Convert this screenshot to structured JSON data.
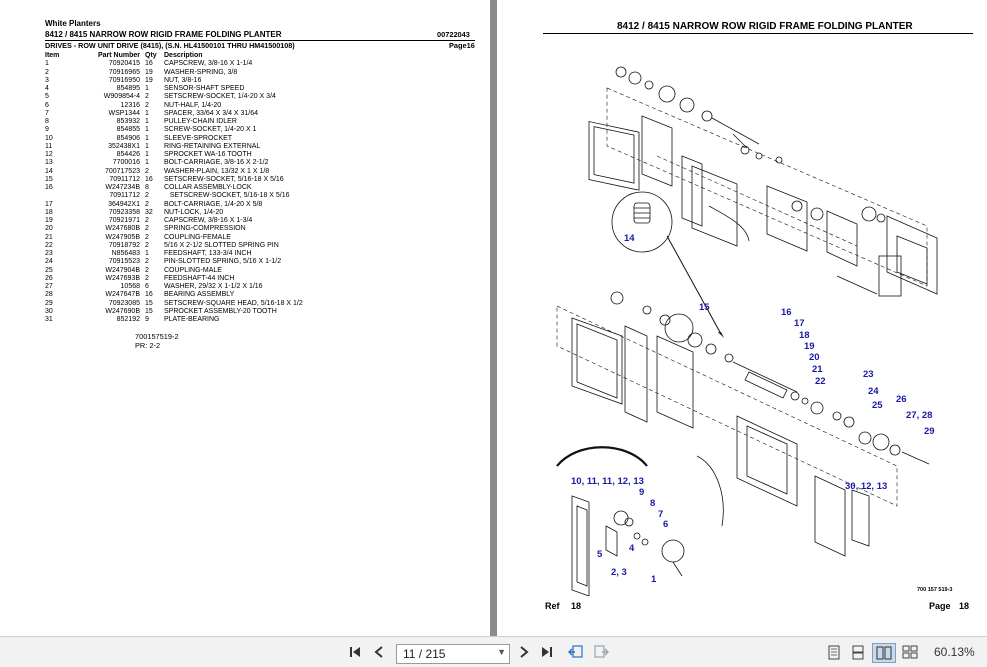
{
  "left_page": {
    "company": "White Planters",
    "title": "8412 / 8415 NARROW ROW RIGID FRAME FOLDING PLANTER",
    "doc_number": "00722043",
    "section": "DRIVES - ROW UNIT DRIVE (8415), (S.N. HL41500101 THRU HM41500108)",
    "page": "Page16",
    "columns": [
      "Item",
      "Part Number",
      "Qty",
      "Description"
    ],
    "rows": [
      [
        "1",
        "70920415",
        "16",
        "CAPSCREW, 3/8-16 X 1-1/4"
      ],
      [
        "2",
        "70916965",
        "19",
        "WASHER-SPRING, 3/8"
      ],
      [
        "3",
        "70916950",
        "19",
        "NUT, 3/8-16"
      ],
      [
        "4",
        "854895",
        "1",
        "SENSOR-SHAFT SPEED"
      ],
      [
        "5",
        "W909854-4",
        "2",
        "SETSCREW-SOCKET, 1/4-20 X 3/4"
      ],
      [
        "6",
        "12316",
        "2",
        "NUT-HALF, 1/4-20"
      ],
      [
        "7",
        "WSP1344",
        "1",
        "SPACER, 33/64 X 3/4 X 31/64"
      ],
      [
        "8",
        "853932",
        "1",
        "PULLEY-CHAIN IDLER"
      ],
      [
        "9",
        "854855",
        "1",
        "SCREW-SOCKET, 1/4-20 X 1"
      ],
      [
        "10",
        "854906",
        "1",
        "SLEEVE-SPROCKET"
      ],
      [
        "11",
        "352438X1",
        "1",
        "RING-RETAINING EXTERNAL"
      ],
      [
        "12",
        "854426",
        "1",
        "SPROCKET WA-16 TOOTH"
      ],
      [
        "13",
        "7700016",
        "1",
        "BOLT-CARRIAGE, 3/8-16 X 2-1/2"
      ],
      [
        "14",
        "700717523",
        "2",
        "WASHER-PLAIN, 13/32 X 1 X 1/8"
      ],
      [
        "15",
        "70911712",
        "16",
        "SETSCREW-SOCKET, 5/16-18 X 5/16"
      ],
      [
        "16",
        "W247234B",
        "8",
        "COLLAR ASSEMBLY-LOCK"
      ],
      [
        "",
        "70911712",
        "2",
        "   SETSCREW-SOCKET, 5/16-18 X 5/16"
      ],
      [
        "17",
        "364942X1",
        "2",
        "BOLT-CARRIAGE, 1/4-20 X 5/8"
      ],
      [
        "18",
        "70923358",
        "32",
        "NUT-LOCK, 1/4-20"
      ],
      [
        "19",
        "70921971",
        "2",
        "CAPSCREW, 3/8-16 X 1-3/4"
      ],
      [
        "20",
        "W247680B",
        "2",
        "SPRING-COMPRESSION"
      ],
      [
        "21",
        "W247905B",
        "2",
        "COUPLING-FEMALE"
      ],
      [
        "22",
        "70918792",
        "2",
        "5/16 X 2-1/2 SLOTTED SPRING PIN"
      ],
      [
        "23",
        "N856483",
        "1",
        "FEEDSHAFT, 133-3/4 INCH"
      ],
      [
        "24",
        "70915523",
        "2",
        "PIN-SLOTTED SPRING, 5/16 X 1-1/2"
      ],
      [
        "25",
        "W247904B",
        "2",
        "COUPLING-MALE"
      ],
      [
        "26",
        "W247693B",
        "2",
        "FEEDSHAFT-44 INCH"
      ],
      [
        "27",
        "10568",
        "6",
        "WASHER, 29/32 X 1-1/2 X 1/16"
      ],
      [
        "28",
        "W247647B",
        "16",
        "BEARING ASSEMBLY"
      ],
      [
        "29",
        "70923085",
        "15",
        "SETSCREW-SQUARE HEAD, 5/16-18 X 1/2"
      ],
      [
        "30",
        "W247690B",
        "15",
        "SPROCKET ASSEMBLY-20 TOOTH"
      ],
      [
        "31",
        "852192",
        "9",
        "PLATE-BEARING"
      ]
    ],
    "footer_code": "700157519-2",
    "footer_pr": "PR: 2-2"
  },
  "right_page": {
    "title": "8412 / 8415 NARROW ROW RIGID FRAME FOLDING PLANTER",
    "drawing_number": "700 157 519-3",
    "ref_label": "Ref",
    "ref_value": "18",
    "page_label": "Page",
    "page_value": "18",
    "callouts": [
      "14",
      "15",
      "16",
      "17",
      "18",
      "19",
      "20",
      "21",
      "22",
      "23",
      "24",
      "25",
      "26",
      "27, 28",
      "29",
      "30, 12, 13",
      "10, 11, 11, 12, 13",
      "9",
      "8",
      "7",
      "6",
      "5",
      "4",
      "2, 3",
      "1"
    ]
  },
  "toolbar": {
    "page_indicator": "11 / 215",
    "zoom": "60.13%",
    "colors": {
      "accent": "#1a1aa6",
      "toolbar_bg": "#f2f2f2",
      "viewer_bg": "#8c8c8c"
    }
  }
}
